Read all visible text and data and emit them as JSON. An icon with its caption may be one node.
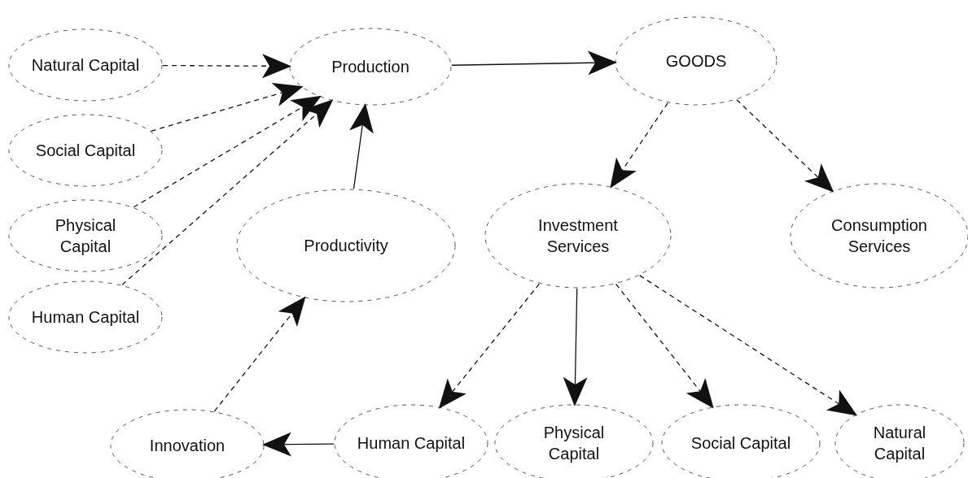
{
  "diagram": {
    "nodes": [
      {
        "text": [
          "Natural Capital"
        ]
      },
      {
        "text": [
          "Social Capital"
        ]
      },
      {
        "text": [
          "Physical Capital"
        ]
      },
      {
        "text": [
          "Human Capital"
        ]
      },
      {
        "text": [
          "Production"
        ]
      },
      {
        "text": [
          "GOODS"
        ]
      },
      {
        "text": [
          "Productivity"
        ]
      },
      {
        "text": [
          "Investment Services"
        ]
      },
      {
        "text": [
          "Consumption Services"
        ]
      },
      {
        "text": [
          "Innovation"
        ]
      },
      {
        "text": [
          "Human Capital"
        ]
      },
      {
        "text": [
          "Physical Capital"
        ]
      },
      {
        "text": [
          "Social Capital"
        ]
      },
      {
        "text": [
          "Natural Capital"
        ]
      }
    ],
    "edges": [
      {
        "from": 0,
        "to": 4,
        "arrow": "to",
        "style": "dashed"
      },
      {
        "from": 1,
        "to": 4,
        "arrow": "to",
        "style": "dashed"
      },
      {
        "from": 2,
        "to": 4,
        "arrow": "to",
        "style": "dashed"
      },
      {
        "from": 3,
        "to": 4,
        "arrow": "to",
        "style": "dashed"
      },
      {
        "from": 6,
        "to": 4,
        "arrow": "to"
      },
      {
        "from": 4,
        "to": 5,
        "arrow": "to"
      },
      {
        "from": 5,
        "to": 7,
        "arrow": "to",
        "style": "dashed"
      },
      {
        "from": 5,
        "to": 8,
        "arrow": "to",
        "style": "dashed"
      },
      {
        "from": 7,
        "to": 11,
        "arrow": "to"
      },
      {
        "from": 7,
        "to": 12,
        "arrow": "to",
        "style": "dashed"
      },
      {
        "from": 7,
        "to": 13,
        "arrow": "to",
        "style": "dashed"
      },
      {
        "from": 7,
        "to": 10,
        "arrow": "to",
        "style": "dashed"
      },
      {
        "from": 9,
        "to": 6,
        "arrow": "to",
        "style": "dashed"
      },
      {
        "from": 10,
        "to": 9,
        "arrow": "to"
      }
    ]
  }
}
